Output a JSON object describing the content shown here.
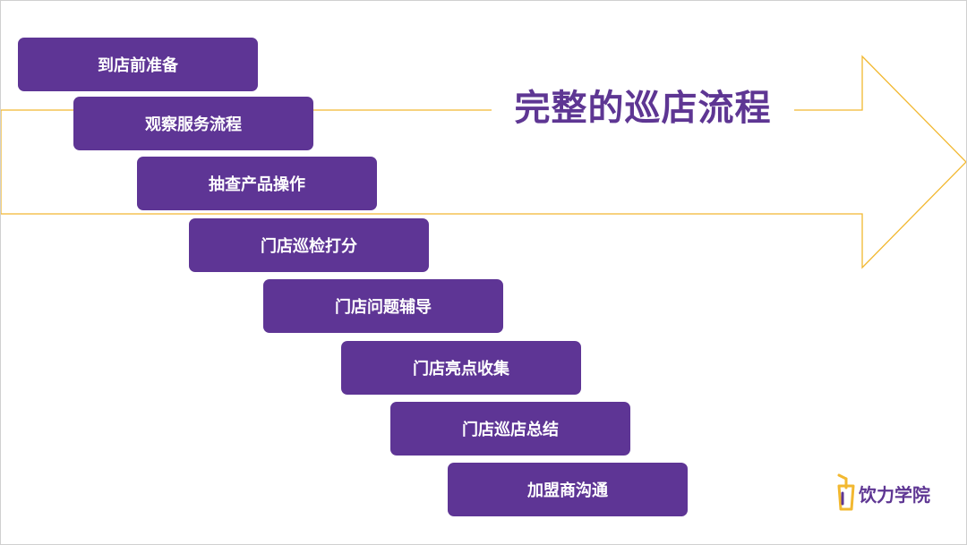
{
  "title": "完整的巡店流程",
  "steps": [
    "到店前准备",
    "观察服务流程",
    "抽查产品操作",
    "门店巡检打分",
    "门店问题辅导",
    "门店亮点收集",
    "门店巡店总结",
    "加盟商沟通"
  ],
  "logo": {
    "text": "饮力学院",
    "icon": "cup-with-straw-icon"
  },
  "colors": {
    "step_fill": "#5e3595",
    "title": "#5e3693",
    "arrow_outline": "#f2b830"
  }
}
